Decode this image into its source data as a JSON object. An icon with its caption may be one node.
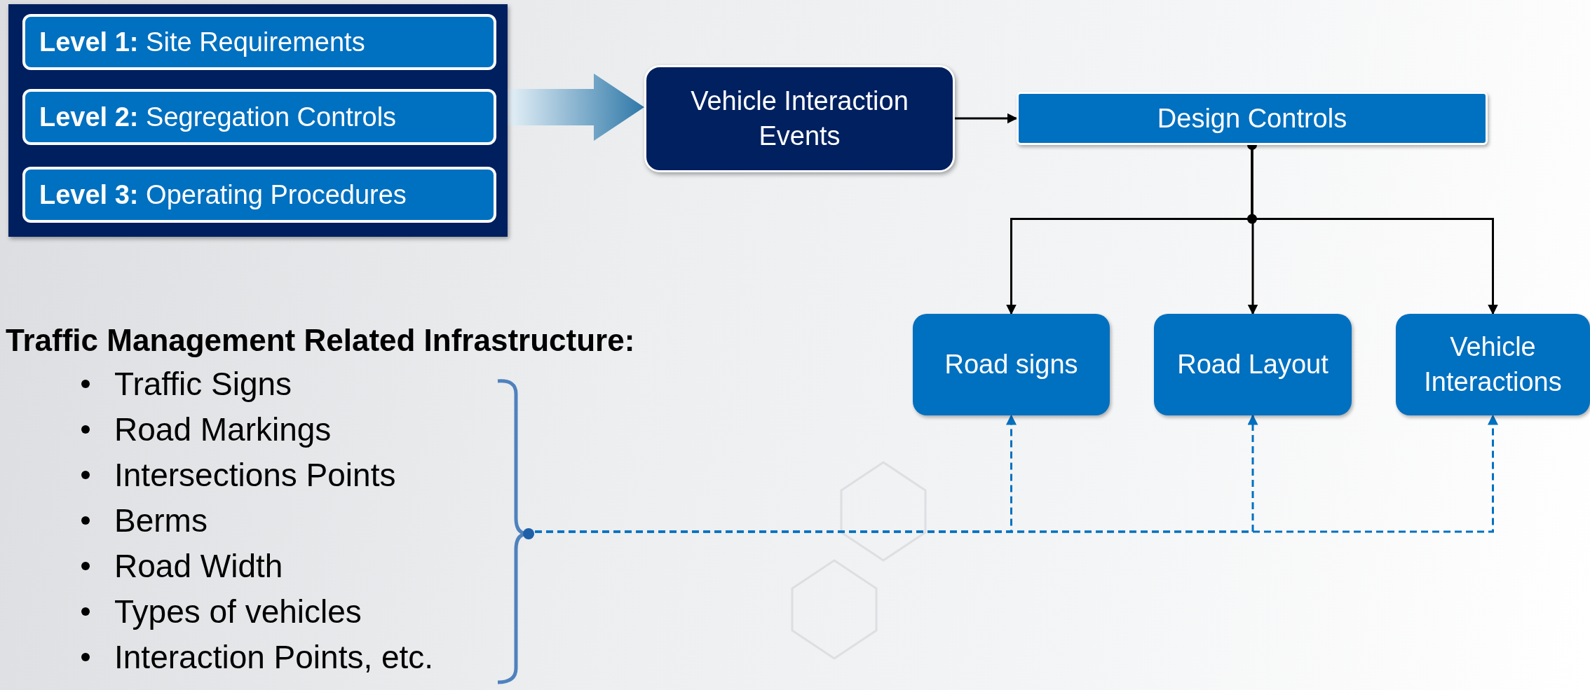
{
  "diagram": {
    "nodes": [
      {
        "text": [],
        "shape": "box"
      },
      {
        "text": [
          "**Level 1:** Site Requirements"
        ],
        "in": 0
      },
      {
        "text": [
          "**Level 2:** Segregation Controls"
        ],
        "in": 0
      },
      {
        "text": [
          "**Level 3:** Operating Procedures"
        ],
        "in": 0
      },
      {
        "text": [
          "Vehicle Interaction Events"
        ]
      },
      {
        "text": [
          "Design Controls"
        ]
      },
      {
        "text": [
          "Road signs"
        ]
      },
      {
        "text": [
          "Road Layout"
        ]
      },
      {
        "text": [
          "Vehicle Interactions"
        ]
      },
      {
        "text": [
          "Traffic Management Related Infrastructure:",
          "Traffic Signs",
          "Road Markings",
          "Intersections Points",
          "Berms",
          "Road Width",
          "Types of vehicles",
          "Interaction Points, etc."
        ]
      },
      {
        "text": [],
        "shape": "bracket",
        "in": 9
      }
    ],
    "edges": [
      {
        "from": 0,
        "to": 4,
        "arrow": "to",
        "style": "thick"
      },
      {
        "from": 4,
        "to": 5,
        "arrow": "to"
      },
      {
        "from": 5,
        "to": 6,
        "arrow": "to"
      },
      {
        "from": 5,
        "to": 7,
        "arrow": "to"
      },
      {
        "from": 5,
        "to": 8,
        "arrow": "to"
      },
      {
        "from": 10,
        "to": 6,
        "arrow": "to",
        "style": "dashed",
        "color": "#0070c0"
      },
      {
        "from": 10,
        "to": 7,
        "arrow": "to",
        "style": "dashed",
        "color": "#0070c0"
      },
      {
        "from": 10,
        "to": 8,
        "arrow": "to",
        "style": "dashed",
        "color": "#0070c0"
      }
    ]
  }
}
